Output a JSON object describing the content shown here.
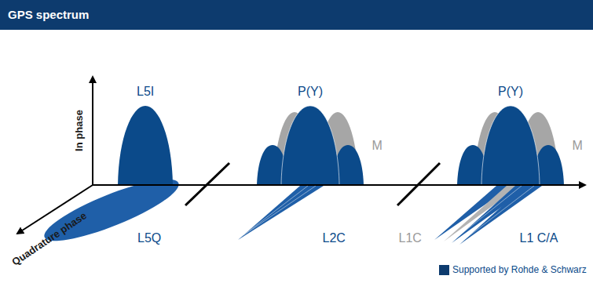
{
  "diagram": {
    "title": "GPS spectrum",
    "labels": [
      "In phase",
      "Quadrature phase",
      "L5I",
      "L5Q",
      "P(Y)",
      "M",
      "L2C",
      "L1C",
      "P(Y)",
      "M",
      "L1 C/A"
    ],
    "legend": [
      {
        "text": "Supported by Rohde & Schwarz",
        "color": "#0d3b6e"
      }
    ]
  }
}
